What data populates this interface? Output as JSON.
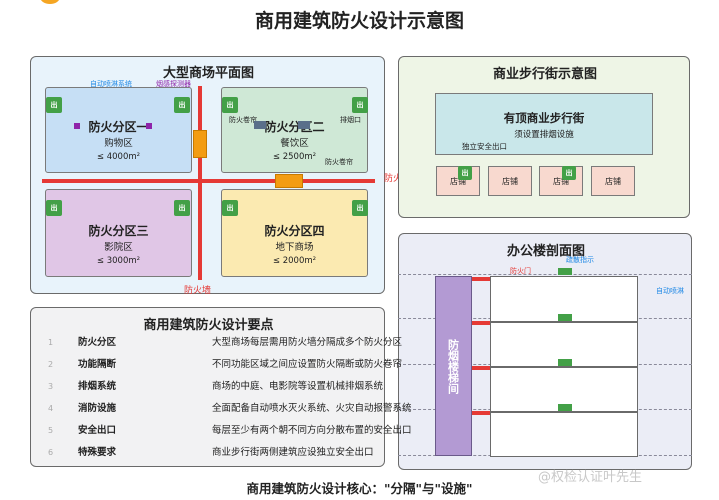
{
  "title": "商用建筑防火设计示意图",
  "mall": {
    "title": "大型商场平面图",
    "labels": {
      "auto_sprinkler": "自动喷淋系统",
      "smoke_detector": "烟感探测器",
      "shutter_a": "防火卷帘",
      "exhaust": "排烟口",
      "shutter_b": "防火卷帘",
      "wall_right": "防火",
      "wall_bottom": "防火墙"
    },
    "exit_label": "出",
    "zones": [
      {
        "name": "防火分区一",
        "use": "购物区",
        "area": "≤ 4000m²",
        "color": "#c6dff5"
      },
      {
        "name": "防火分区二",
        "use": "餐饮区",
        "area": "≤ 2500m²",
        "color": "#cfe8d6"
      },
      {
        "name": "防火分区三",
        "use": "影院区",
        "area": "≤ 3000m²",
        "color": "#e0c6e6"
      },
      {
        "name": "防火分区四",
        "use": "地下商场",
        "area": "≤ 2000m²",
        "color": "#fbeab1"
      }
    ]
  },
  "street": {
    "title": "商业步行街示意图",
    "roof_title": "有顶商业步行街",
    "roof_sub": "须设置排烟设施",
    "exit_note": "独立安全出口",
    "shops": [
      "店铺",
      "店铺",
      "店铺",
      "店铺"
    ],
    "exit_label": "出"
  },
  "office": {
    "title": "办公楼剖面图",
    "core_label": "防烟楼梯间",
    "fire_door": "防火门",
    "evac_sign": "疏散指示",
    "sprinkler": "自动喷淋"
  },
  "points": {
    "title": "商用建筑防火设计要点",
    "rows": [
      {
        "num": "1",
        "key": "防火分区",
        "desc": "大型商场每层需用防火墙分隔成多个防火分区"
      },
      {
        "num": "2",
        "key": "功能隔断",
        "desc": "不同功能区域之间应设置防火隔断或防火卷帘"
      },
      {
        "num": "3",
        "key": "排烟系统",
        "desc": "商场的中庭、电影院等设置机械排烟系统"
      },
      {
        "num": "4",
        "key": "消防设施",
        "desc": "全面配备自动喷水灭火系统、火灾自动报警系统"
      },
      {
        "num": "5",
        "key": "安全出口",
        "desc": "每层至少有两个朝不同方向分散布置的安全出口"
      },
      {
        "num": "6",
        "key": "特殊要求",
        "desc": "商业步行街两侧建筑应设独立安全出口"
      }
    ]
  },
  "summary": "商用建筑防火设计核心：\"分隔\"与\"设施\"",
  "watermark": "@权检认证叶先生"
}
